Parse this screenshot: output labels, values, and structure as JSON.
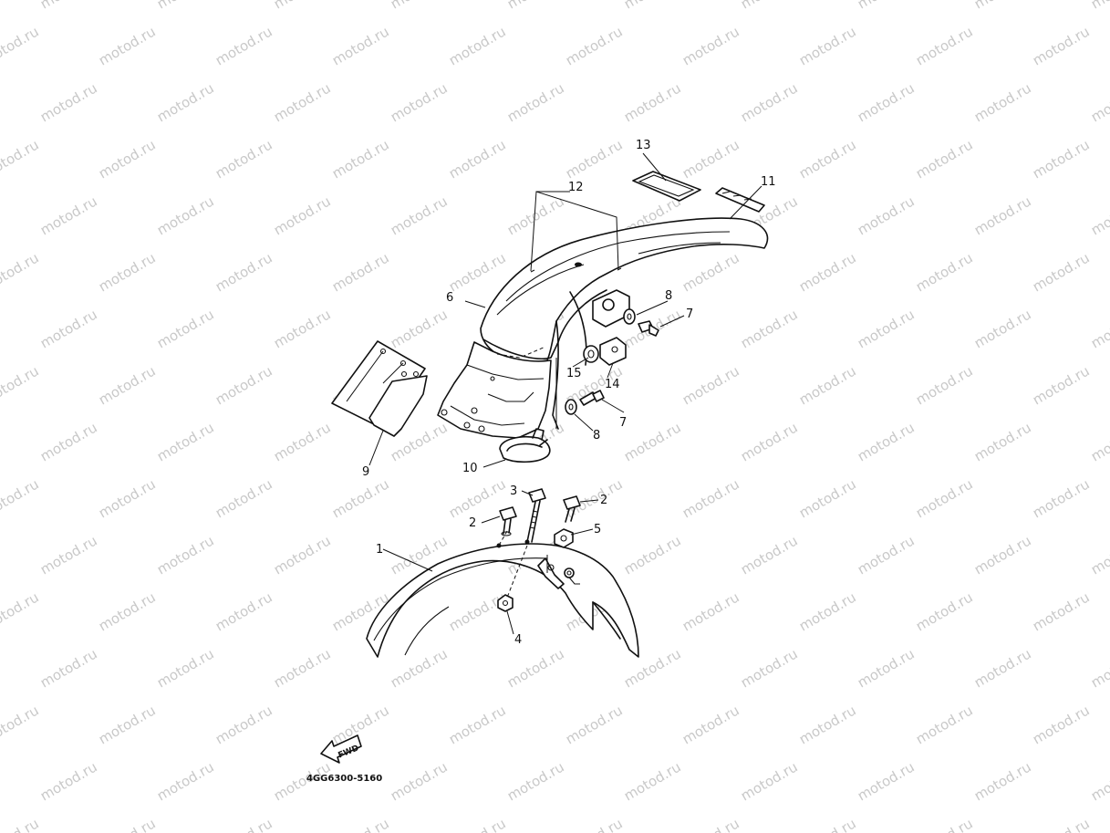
{
  "watermark": {
    "text": "motod.ru",
    "color": "#c9c9c9"
  },
  "diagram_code": "4GG6300-5160",
  "fwd_label": "FWD",
  "callouts": [
    {
      "id": "c13",
      "text": "13"
    },
    {
      "id": "c12",
      "text": "12"
    },
    {
      "id": "c11",
      "text": "11"
    },
    {
      "id": "c6",
      "text": "6"
    },
    {
      "id": "c8a",
      "text": "8"
    },
    {
      "id": "c7a",
      "text": "7"
    },
    {
      "id": "c15",
      "text": "15"
    },
    {
      "id": "c14",
      "text": "14"
    },
    {
      "id": "c7b",
      "text": "7"
    },
    {
      "id": "c8b",
      "text": "8"
    },
    {
      "id": "c9",
      "text": "9"
    },
    {
      "id": "c10",
      "text": "10"
    },
    {
      "id": "c3",
      "text": "3"
    },
    {
      "id": "c2a",
      "text": "2"
    },
    {
      "id": "c2b",
      "text": "2"
    },
    {
      "id": "c5",
      "text": "5"
    },
    {
      "id": "c1",
      "text": "1"
    },
    {
      "id": "c4",
      "text": "4"
    }
  ]
}
